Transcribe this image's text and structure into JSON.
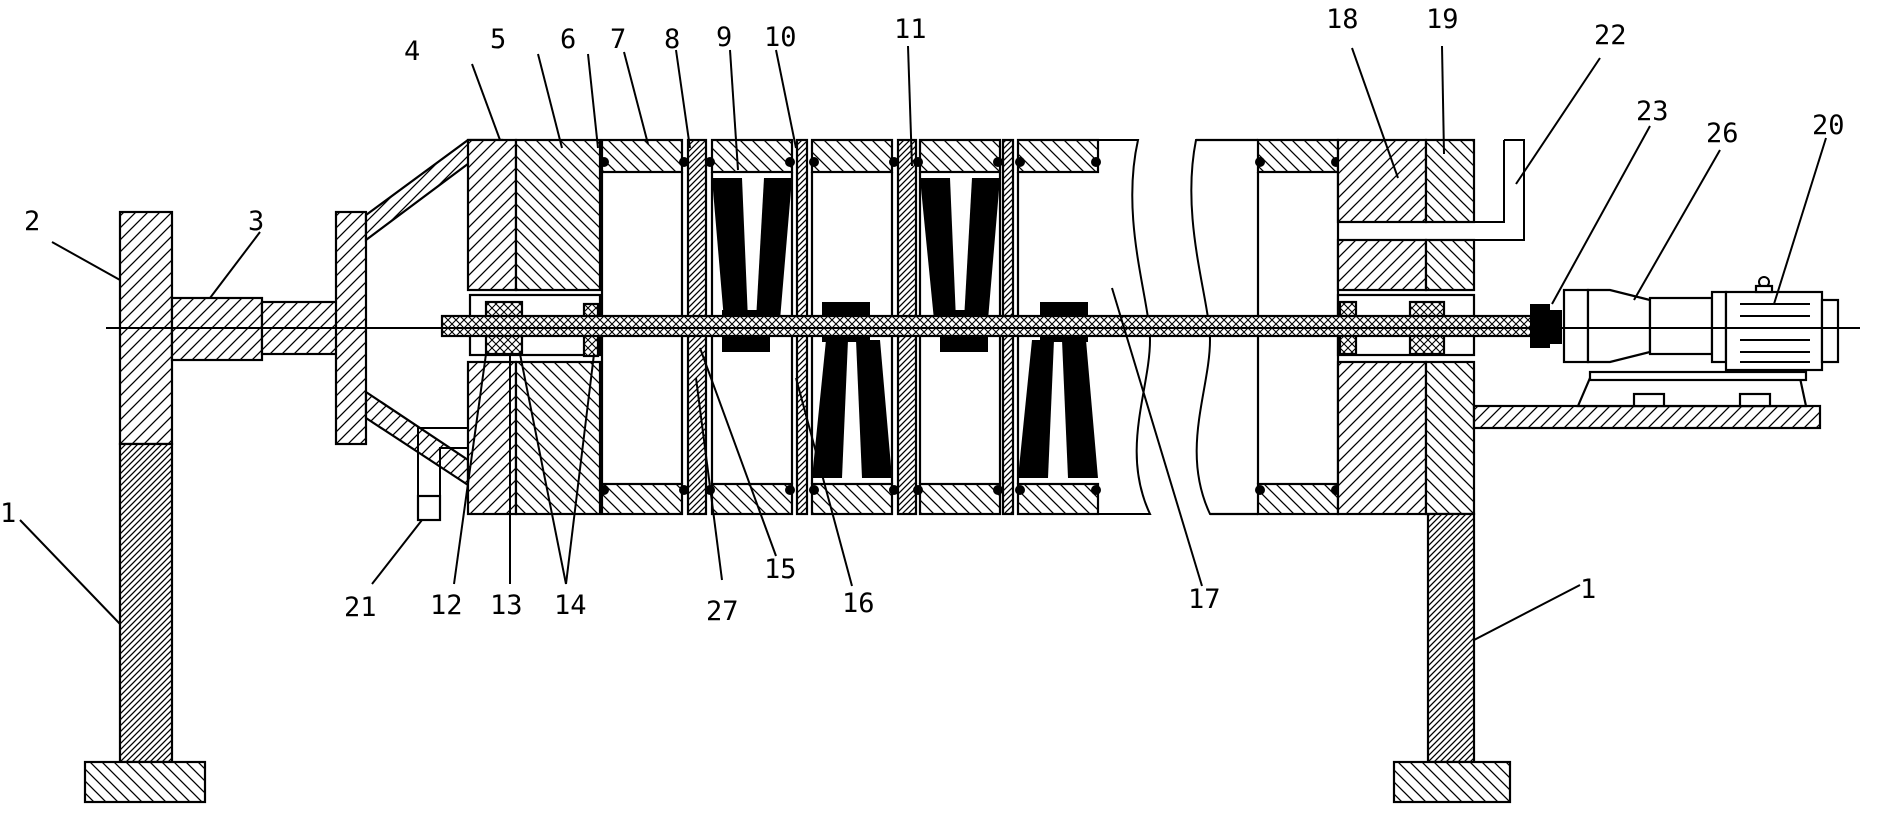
{
  "labels": {
    "l1a": "1",
    "l1b": "1",
    "l2": "2",
    "l3": "3",
    "l4": "4",
    "l5": "5",
    "l6": "6",
    "l7": "7",
    "l8": "8",
    "l9": "9",
    "l10": "10",
    "l11": "11",
    "l12": "12",
    "l13": "13",
    "l14": "14",
    "l15": "15",
    "l16": "16",
    "l17": "17",
    "l18": "18",
    "l19": "19",
    "l20": "20",
    "l21": "21",
    "l22": "22",
    "l23": "23",
    "l26": "26",
    "l27": "27"
  }
}
